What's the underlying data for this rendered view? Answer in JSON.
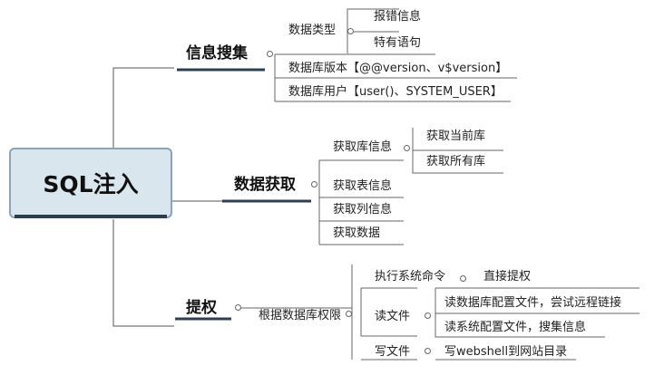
{
  "root": {
    "label": "SQL注入"
  },
  "branches": [
    {
      "label": "信息搜集",
      "children": [
        {
          "label": "数据类型",
          "children": [
            {
              "label": "报错信息"
            },
            {
              "label": "特有语句"
            }
          ]
        },
        {
          "label": "数据库版本【@@version、v$version】"
        },
        {
          "label": "数据库用户【user()、SYSTEM_USER】"
        }
      ]
    },
    {
      "label": "数据获取",
      "children": [
        {
          "label": "获取库信息",
          "children": [
            {
              "label": "获取当前库"
            },
            {
              "label": "获取所有库"
            }
          ]
        },
        {
          "label": "获取表信息"
        },
        {
          "label": "获取列信息"
        },
        {
          "label": "获取数据"
        }
      ]
    },
    {
      "label": "提权",
      "children": [
        {
          "label": "根据数据库权限",
          "children": [
            {
              "label": "执行系统命令",
              "children": [
                {
                  "label": "直接提权"
                }
              ]
            },
            {
              "label": "读文件",
              "children": [
                {
                  "label": "读数据库配置文件，尝试远程链接"
                },
                {
                  "label": "读系统配置文件，搜集信息"
                }
              ]
            },
            {
              "label": "写文件",
              "children": [
                {
                  "label": "写webshell到网站目录"
                }
              ]
            }
          ]
        }
      ]
    }
  ]
}
